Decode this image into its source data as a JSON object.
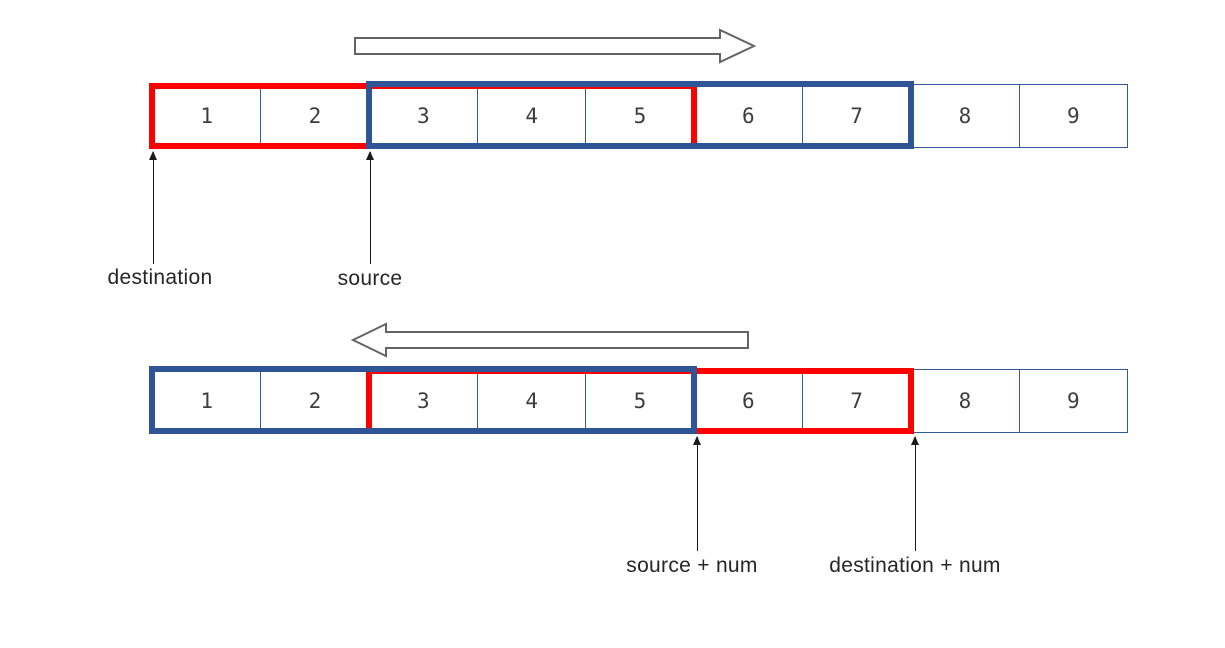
{
  "array": {
    "cells": [
      "1",
      "2",
      "3",
      "4",
      "5",
      "6",
      "7",
      "8",
      "9"
    ]
  },
  "top_diagram": {
    "arrow_direction": "right",
    "red_region_cells": "1-5",
    "blue_region_cells": "3-7",
    "destination_label": "destination",
    "source_label": "source"
  },
  "bottom_diagram": {
    "arrow_direction": "left",
    "blue_region_cells": "1-5",
    "red_region_cells": "3-7",
    "source_num_label": "source + num",
    "destination_num_label": "destination + num"
  },
  "colors": {
    "red": "#fe0000",
    "blue": "#2f5597",
    "cell_border": "#35599a",
    "arrow_outline": "#646464",
    "text": "#262626",
    "digit": "#3d3d3d"
  }
}
